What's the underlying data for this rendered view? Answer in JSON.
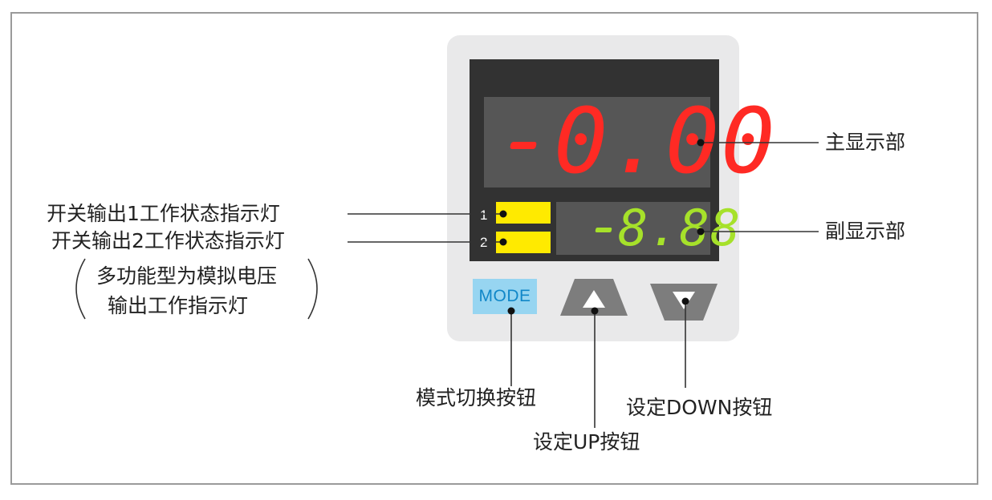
{
  "display": {
    "main_value": "0.00",
    "sub_value": "8.88",
    "indicators": [
      {
        "number": "1",
        "color": "#ffea00"
      },
      {
        "number": "2",
        "color": "#ffea00"
      }
    ],
    "main_color": "#ff2a24",
    "sub_color": "#a6e12a"
  },
  "buttons": {
    "mode_label": "MODE",
    "up_icon": "triangle-up-icon",
    "down_icon": "triangle-down-icon"
  },
  "callouts": {
    "main_display": "主显示部",
    "sub_display": "副显示部",
    "output1_indicator": "开关输出1工作状态指示灯",
    "output2_indicator": "开关输出2工作状态指示灯",
    "multifunction_line1": "多功能型为模拟电压",
    "multifunction_line2": "输出工作指示灯",
    "mode_button": "模式切换按钮",
    "up_button": "设定UP按钮",
    "down_button": "设定DOWN按钮"
  }
}
